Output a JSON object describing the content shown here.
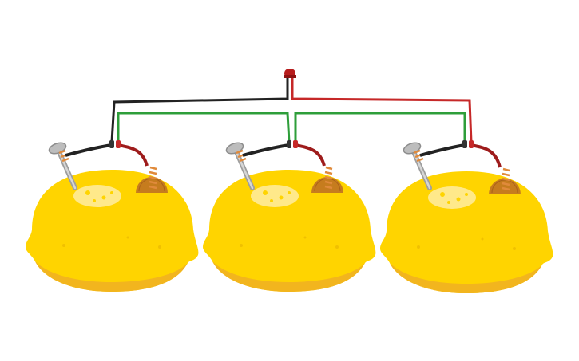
{
  "diagram": {
    "type": "lemon-battery-circuit",
    "components": {
      "lemons": [
        {
          "id": "lemon-1"
        },
        {
          "id": "lemon-2"
        },
        {
          "id": "lemon-3"
        }
      ],
      "electrodes": [
        {
          "kind": "nail",
          "color": "#bdbdbd"
        },
        {
          "kind": "copper-coil",
          "color": "#e08a3b"
        }
      ],
      "led": {
        "color": "#b71c1c"
      }
    },
    "wires": [
      {
        "color": "#222222",
        "meaning": "negative"
      },
      {
        "color": "#c62828",
        "meaning": "positive"
      },
      {
        "color": "#2e9e3a",
        "meaning": "series-link"
      }
    ],
    "colors": {
      "lemon": "#ffd400",
      "lemon_shadow": "#f2b51e",
      "lemon_highlight": "#ffe98a",
      "copper_plate": "#c67c1e"
    }
  }
}
